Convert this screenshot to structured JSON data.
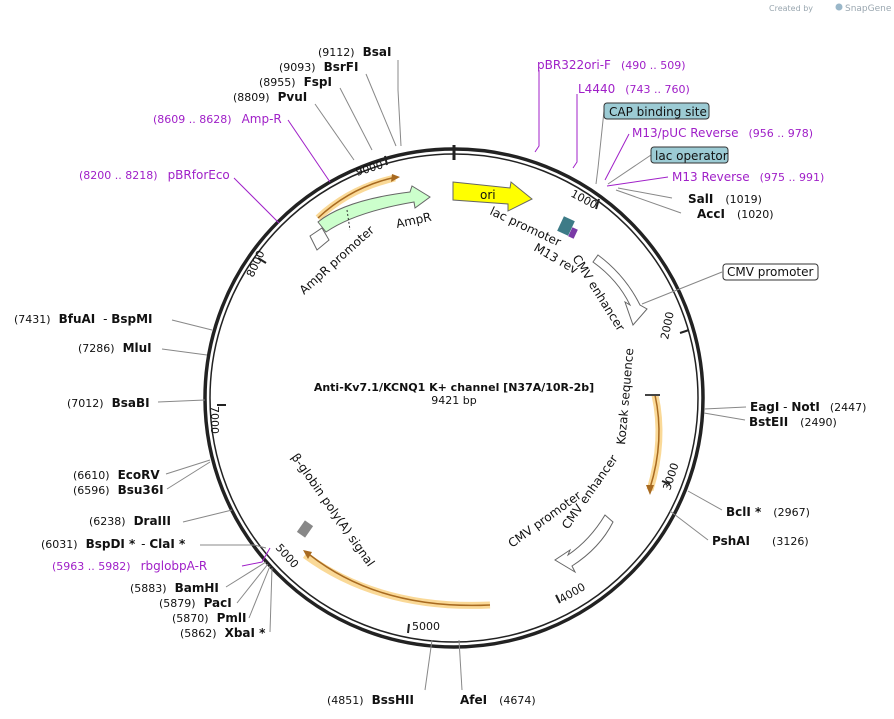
{
  "header": {
    "created_by": "Created by",
    "brand": "SnapGene"
  },
  "plasmid": {
    "name": "Anti-Kv7.1/KCNQ1 K+ channel [N37A/10R-2b]",
    "size": "9421 bp"
  },
  "colors": {
    "backbone": "#222222",
    "primer": "#a020c8",
    "ori": "#ffff00",
    "ampr": "#ccffcc",
    "misc_box": "#9ccbd4",
    "orange_glow": "#f5b942",
    "leader": "#888888"
  },
  "ticks": [
    "1000",
    "2000",
    "3000",
    "4000",
    "5000",
    "7000",
    "8000",
    "9000"
  ],
  "sites": [
    {
      "name": "BsaI",
      "pos": "(9112)"
    },
    {
      "name": "BsrFI",
      "pos": "(9093)"
    },
    {
      "name": "FspI",
      "pos": "(8955)"
    },
    {
      "name": "PvuI",
      "pos": "(8809)"
    },
    {
      "name": "SalI",
      "pos": "(1019)"
    },
    {
      "name": "AccI",
      "pos": "(1020)"
    },
    {
      "name": "BfuAI",
      "sep": " - ",
      "name2": "BspMI",
      "pos": "(7431)"
    },
    {
      "name": "MluI",
      "pos": "(7286)"
    },
    {
      "name": "BsaBI",
      "pos": "(7012)"
    },
    {
      "name": "EagI",
      "sep": " - ",
      "name2": "NotI",
      "pos": "(2447)"
    },
    {
      "name": "BstEII",
      "pos": "(2490)"
    },
    {
      "name": "EcoRV",
      "pos": "(6610)"
    },
    {
      "name": "Bsu36I",
      "pos": "(6596)"
    },
    {
      "name": "DraIII",
      "pos": "(6238)"
    },
    {
      "name": "BspDI *",
      "sep": " - ",
      "name2": "ClaI *",
      "pos": "(6031)"
    },
    {
      "name": "BamHI",
      "pos": "(5883)"
    },
    {
      "name": "PacI",
      "pos": "(5879)"
    },
    {
      "name": "PmlI",
      "pos": "(5870)"
    },
    {
      "name": "XbaI *",
      "pos": "(5862)"
    },
    {
      "name": "BclI *",
      "pos": "(2967)"
    },
    {
      "name": "PshAI",
      "pos": "(3126)"
    },
    {
      "name": "BssHII",
      "pos": "(4851)"
    },
    {
      "name": "AfeI",
      "pos": "(4674)"
    }
  ],
  "primers": [
    {
      "name": "pBR322ori-F",
      "range": "(490 .. 509)"
    },
    {
      "name": "L4440",
      "range": "(743 .. 760)"
    },
    {
      "name": "M13/pUC Reverse",
      "range": "(956 .. 978)"
    },
    {
      "name": "M13 Reverse",
      "range": "(975 .. 991)"
    },
    {
      "name": "Amp-R",
      "range": "(8609 .. 8628)"
    },
    {
      "name": "pBRforEco",
      "range": "(8200 .. 8218)"
    },
    {
      "name": "rbglobpA-R",
      "range": "(5963 .. 5982)"
    }
  ],
  "boxes": [
    "CAP binding site",
    "lac operator",
    "CMV promoter"
  ],
  "features": [
    "ori",
    "AmpR",
    "AmpR promoter",
    "lac promoter",
    "M13 rev",
    "CMV enhancer",
    "Kozak sequence",
    "CMV enhancer",
    "CMV promoter",
    "β-globin poly(A) signal"
  ]
}
